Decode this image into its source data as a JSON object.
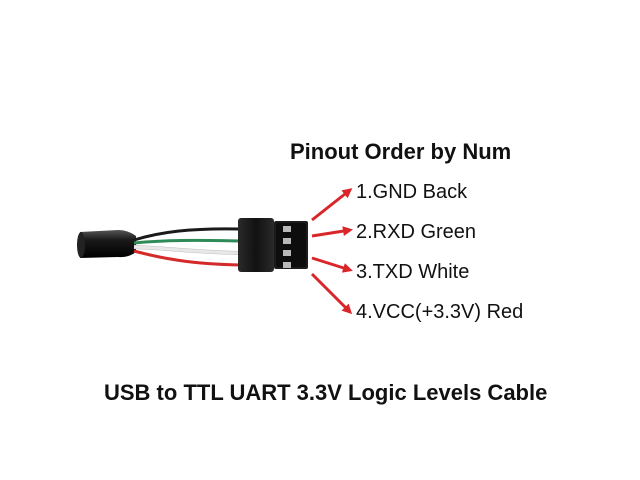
{
  "diagram": {
    "title": "Pinout Order by Num",
    "pins": [
      {
        "label": "1.GND Back",
        "wire_color": "#1a1a1a"
      },
      {
        "label": "2.RXD Green",
        "wire_color": "#2e8b57"
      },
      {
        "label": "3.TXD White",
        "wire_color": "#e8e8e8"
      },
      {
        "label": "4.VCC(+3.3V) Red",
        "wire_color": "#d42a2a"
      }
    ],
    "caption": "USB to TTL UART 3.3V Logic Levels Cable",
    "arrow_color": "#d9262a"
  }
}
